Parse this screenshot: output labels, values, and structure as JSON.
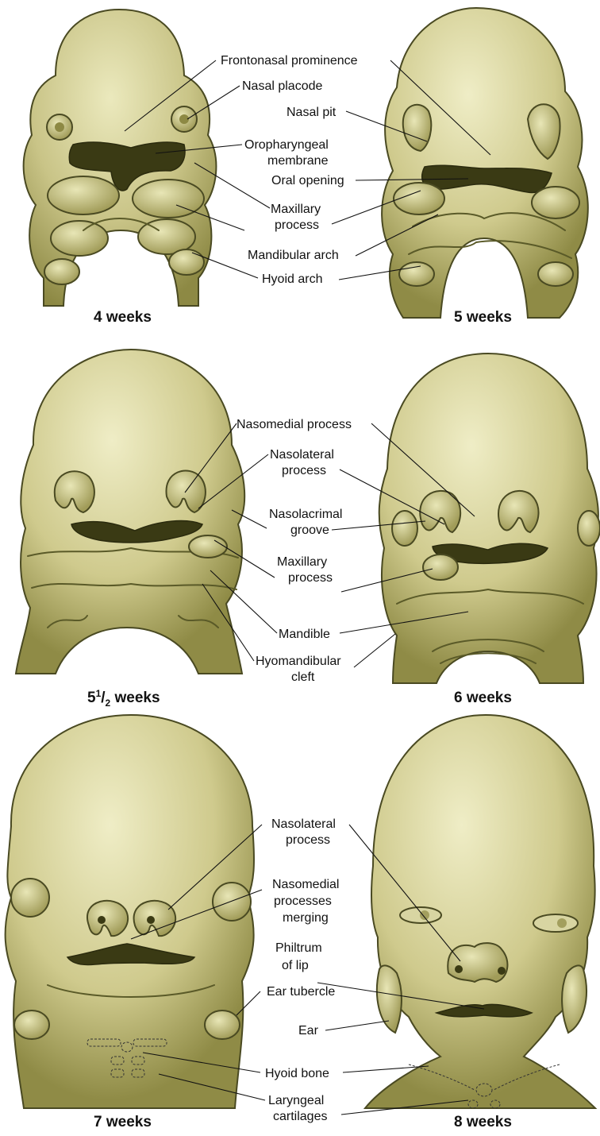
{
  "colors": {
    "skin_light": "#e6e4b4",
    "skin_mid": "#bcb677",
    "skin_dark": "#7c7838",
    "cavity": "#3a3a14",
    "outline": "#4a4a22",
    "text": "#111111"
  },
  "panels": {
    "p4": {
      "age": "4 weeks"
    },
    "p5": {
      "age": "5 weeks"
    },
    "p55": {
      "age_main": "5",
      "age_sup": "1",
      "age_slash": "/",
      "age_sub": "2",
      "age_rest": " weeks"
    },
    "p6": {
      "age": "6 weeks"
    },
    "p7": {
      "age": "7 weeks"
    },
    "p8": {
      "age": "8 weeks"
    }
  },
  "labels": {
    "row1": {
      "frontonasal": "Frontonasal prominence",
      "nasal_placode": "Nasal placode",
      "nasal_pit": "Nasal pit",
      "oro_1": "Oropharyngeal",
      "oro_2": "membrane",
      "oral_opening": "Oral opening",
      "maxillary_1": "Maxillary",
      "maxillary_2": "process",
      "mandibular_arch": "Mandibular arch",
      "hyoid_arch": "Hyoid arch"
    },
    "row2": {
      "nasomedial": "Nasomedial process",
      "nasolateral_1": "Nasolateral",
      "nasolateral_2": "process",
      "nasolacrimal_1": "Nasolacrimal",
      "nasolacrimal_2": "groove",
      "maxillary_1": "Maxillary",
      "maxillary_2": "process",
      "mandible": "Mandible",
      "hyomandibular_1": "Hyomandibular",
      "hyomandibular_2": "cleft"
    },
    "row3": {
      "nasolateral_1": "Nasolateral",
      "nasolateral_2": "process",
      "nasomedial_1": "Nasomedial",
      "nasomedial_2": "processes",
      "nasomedial_3": "merging",
      "philtrum_1": "Philtrum",
      "philtrum_2": "of lip",
      "ear_tubercle": "Ear tubercle",
      "ear": "Ear",
      "hyoid_bone": "Hyoid bone",
      "laryngeal_1": "Laryngeal",
      "laryngeal_2": "cartilages"
    }
  }
}
